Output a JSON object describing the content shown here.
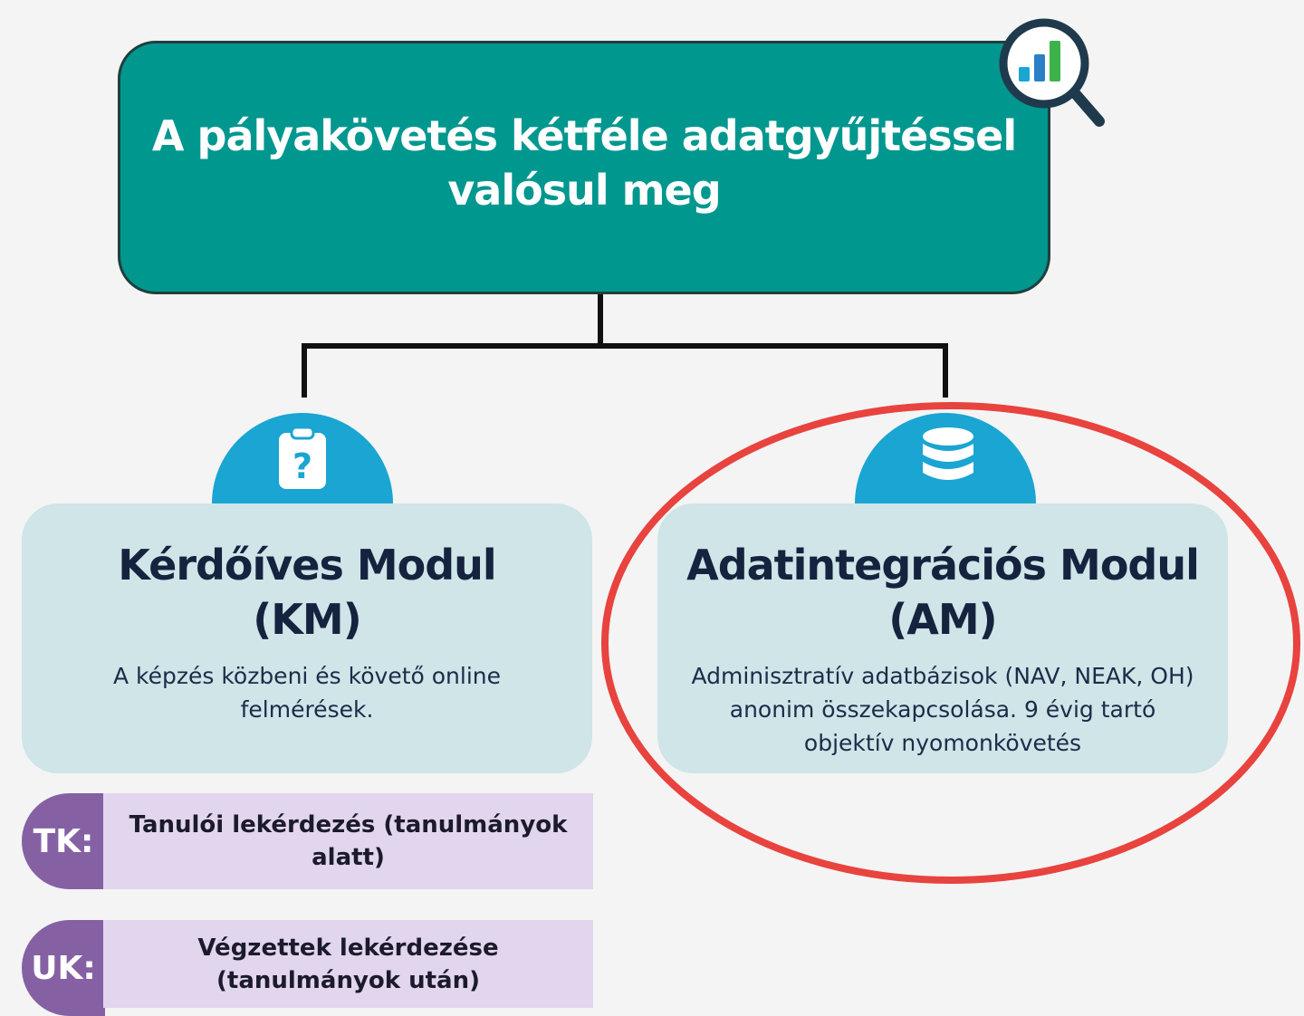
{
  "title": "A pályakövetés kétféle adatgyűjtéssel valósul meg",
  "colors": {
    "title_bg": "#00978f",
    "module_bg": "#cfe5e8",
    "icon_circle": "#1aa5d2",
    "tag_bg": "#8561a4",
    "row_bg": "#e2d5ee",
    "highlight": "#e8433e"
  },
  "icons": {
    "title": "magnifier-chart-icon",
    "km": "clipboard-question-icon",
    "am": "database-icon"
  },
  "modules": {
    "km": {
      "title_line1": "Kérdőíves Modul",
      "title_line2": "(KM)",
      "description": "A képzés közbeni és követő online felmérések."
    },
    "am": {
      "title_line1": "Adatintegrációs Modul",
      "title_line2": "(AM)",
      "description": "Adminisztratív adatbázisok (NAV, NEAK, OH) anonim összekapcsolása. 9 évig tartó objektív nyomonkövetés"
    }
  },
  "rows": [
    {
      "tag": "TK:",
      "text": "Tanulói lekérdezés (tanulmányok alatt)"
    },
    {
      "tag": "UK:",
      "text": "Végzettek lekérdezése (tanulmányok után)"
    }
  ]
}
